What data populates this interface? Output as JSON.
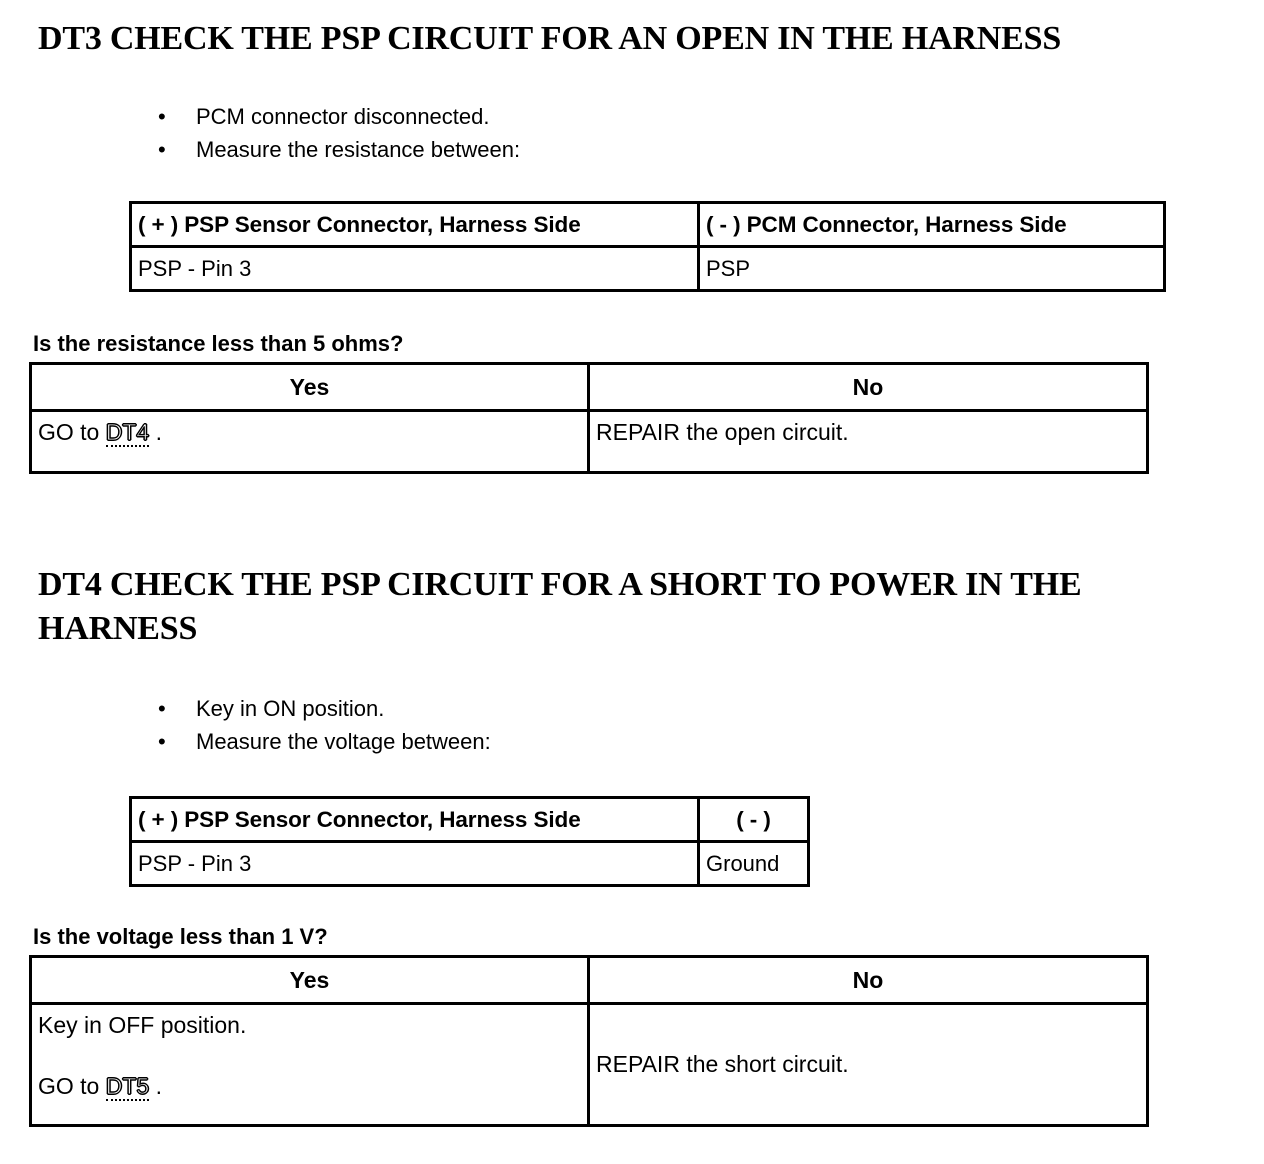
{
  "document": {
    "sections": [
      {
        "id": "dt3",
        "heading": "DT3 CHECK THE PSP CIRCUIT FOR AN OPEN IN THE HARNESS",
        "bullets": [
          "PCM connector disconnected.",
          "Measure the resistance between:"
        ],
        "bullet_marker": "•",
        "measure_table": {
          "headers": [
            "( + ) PSP Sensor Connector, Harness Side",
            "( - ) PCM Connector, Harness Side"
          ],
          "values": [
            "PSP - Pin 3",
            "PSP"
          ]
        },
        "question": "Is the resistance less than 5 ohms?",
        "decision_table": {
          "headers": [
            "Yes",
            "No"
          ],
          "yes_prefix": "GO to ",
          "yes_link": "DT4",
          "yes_suffix": " .",
          "no_text": "REPAIR the open circuit."
        }
      },
      {
        "id": "dt4",
        "heading": "DT4 CHECK THE PSP CIRCUIT FOR A SHORT TO POWER IN THE HARNESS",
        "bullets": [
          "Key in ON position.",
          "Measure the voltage between:"
        ],
        "bullet_marker": "•",
        "measure_table": {
          "headers": [
            "( + ) PSP Sensor Connector, Harness Side",
            "( - )"
          ],
          "values": [
            "PSP - Pin 3",
            "Ground"
          ]
        },
        "question": "Is the voltage less than 1 V?",
        "decision_table": {
          "headers": [
            "Yes",
            "No"
          ],
          "yes_first_line": "Key in OFF position.",
          "yes_prefix": "GO to ",
          "yes_link": "DT5",
          "yes_suffix": " .",
          "no_text": "REPAIR the short circuit."
        }
      }
    ],
    "colors": {
      "text": "#000000",
      "background": "#ffffff",
      "table_border": "#000000"
    }
  }
}
